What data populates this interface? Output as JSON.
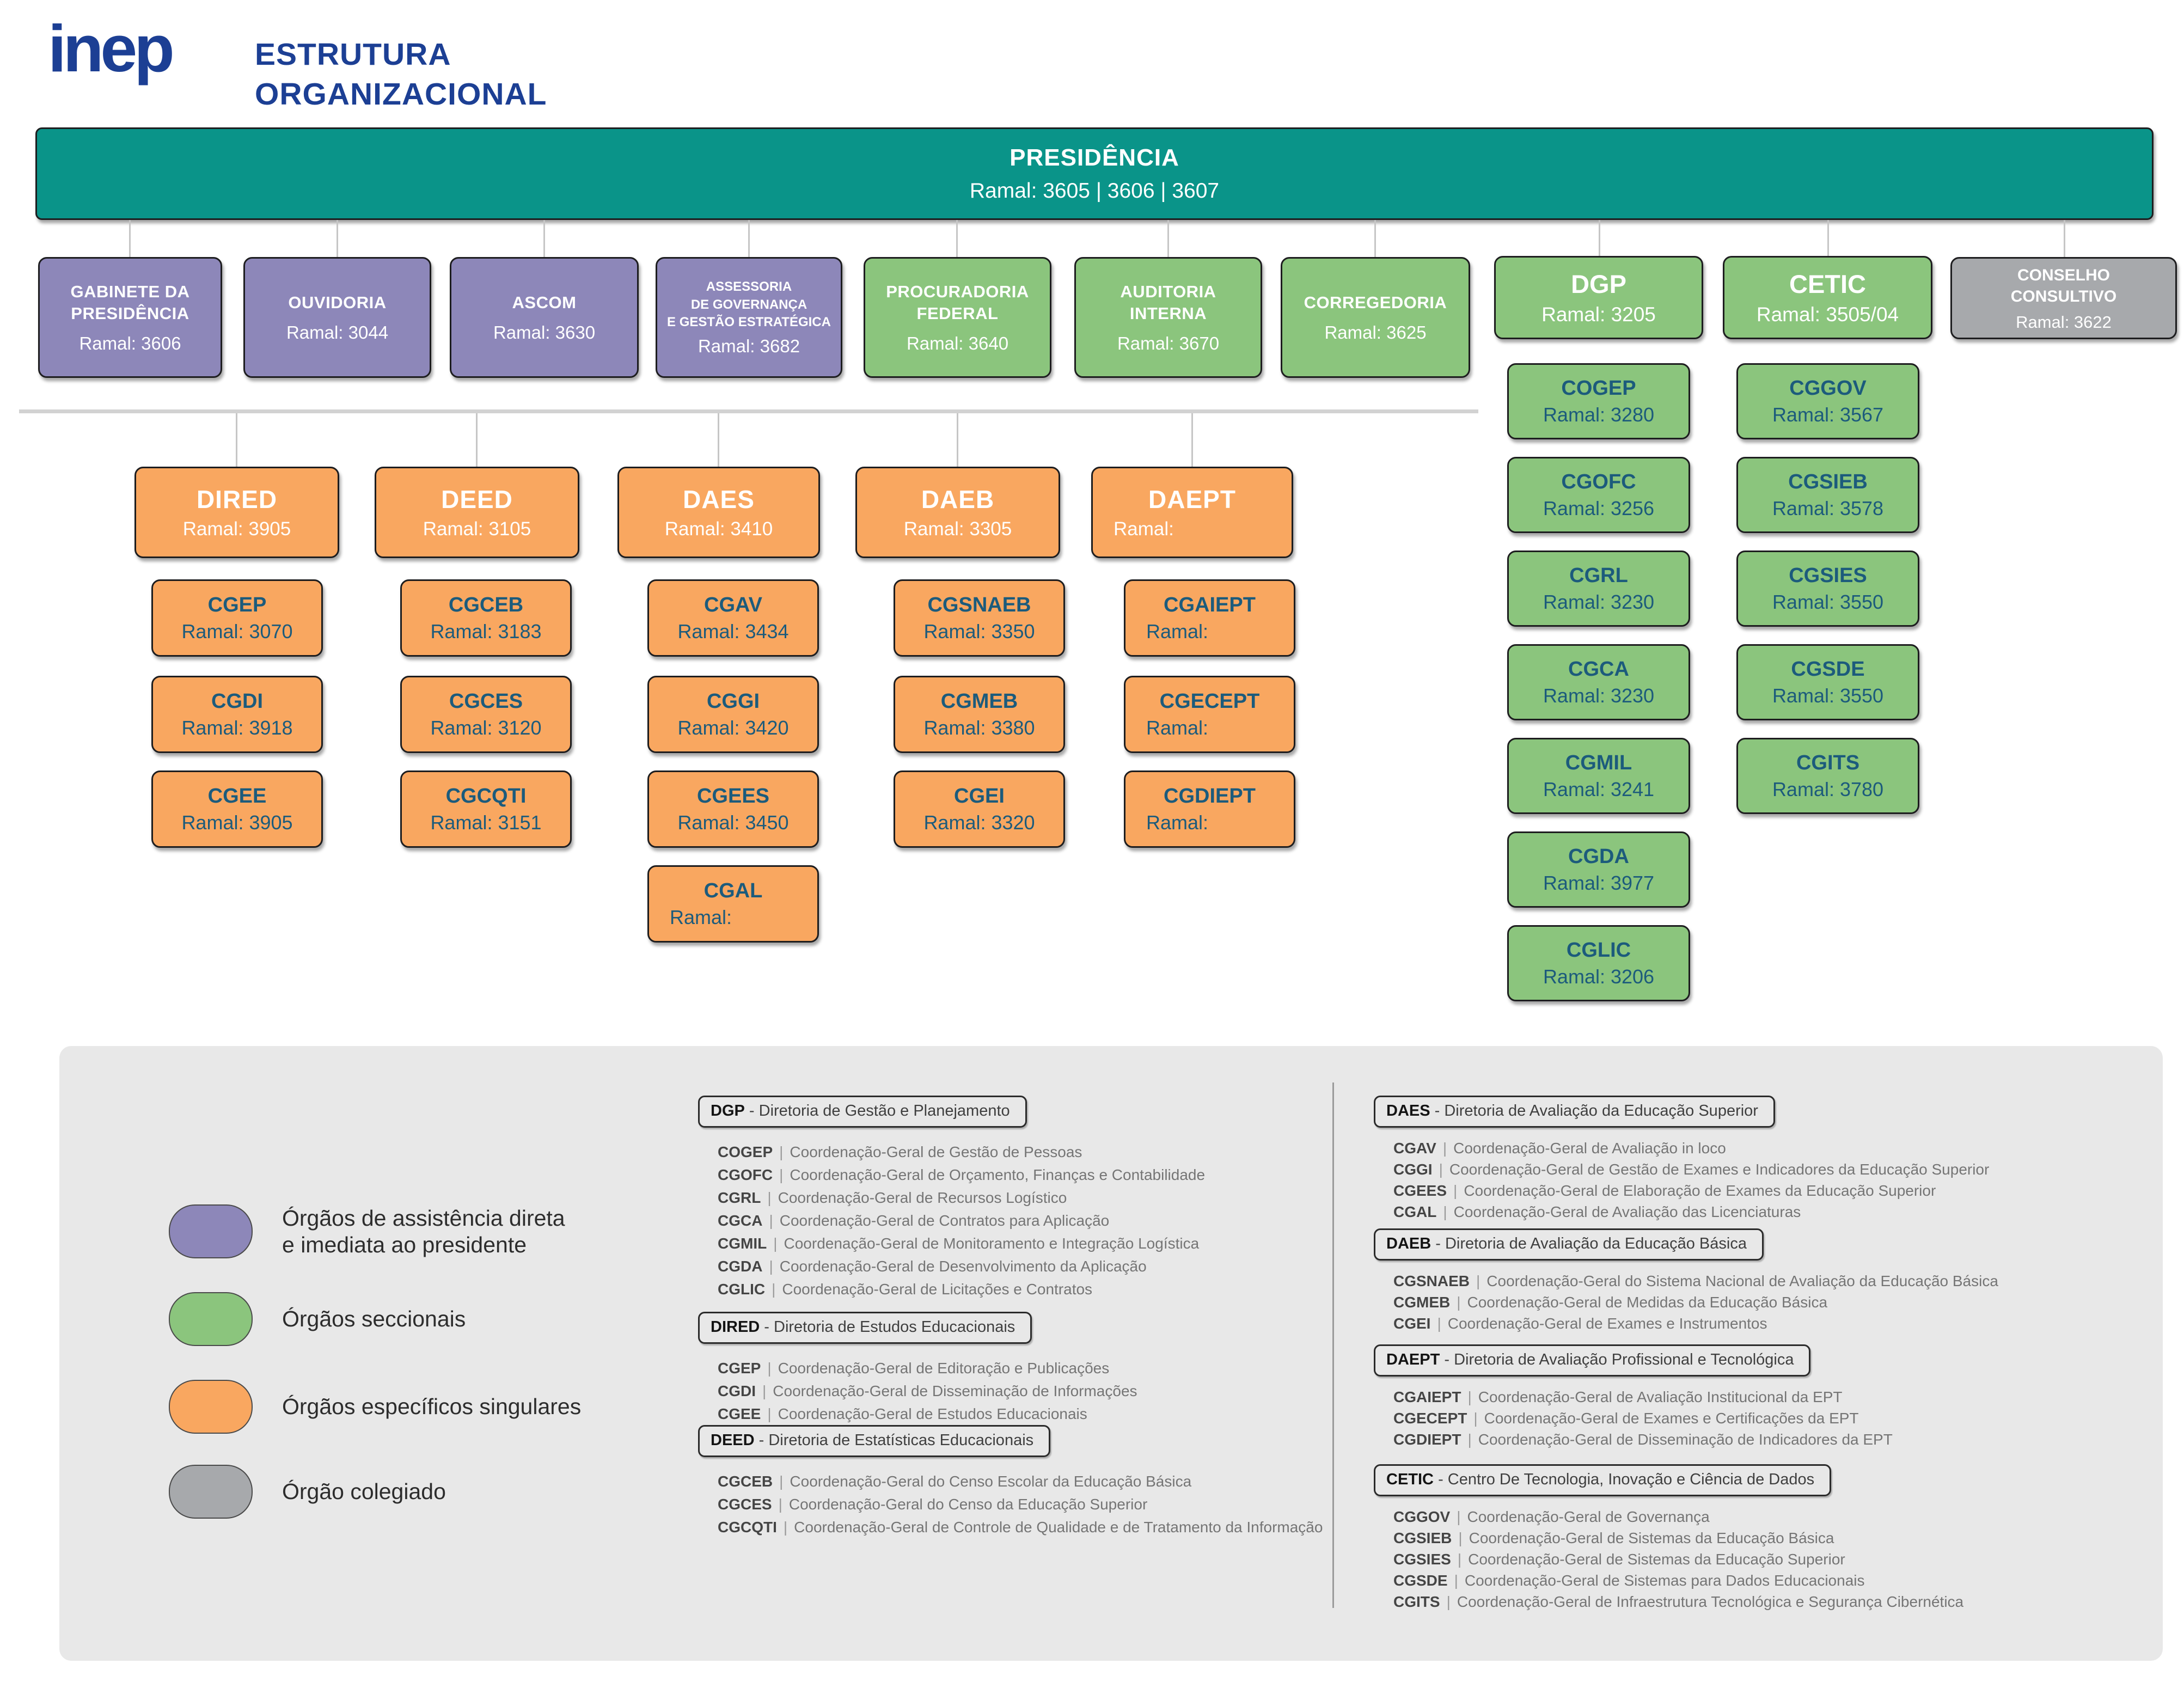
{
  "ui": {
    "sep": "|"
  },
  "colors": {
    "teal": "#0A9489",
    "purple": "#8D87B9",
    "green": "#8BC57D",
    "orange": "#F9A760",
    "gray": "#A7A9AC",
    "navy": "#1C3F94",
    "box_text_blue": "#1C5B7C",
    "panel": "#E8E8E8"
  },
  "header": {
    "logo_text": "inep",
    "title": "ESTRUTURA\nORGANIZACIONAL"
  },
  "presidencia": {
    "title": "PRESIDÊNCIA",
    "ramal": "Ramal: 3605 | 3606 | 3607"
  },
  "level2": [
    {
      "title": "GABINETE DA\nPRESIDÊNCIA",
      "ramal": "Ramal: 3606"
    },
    {
      "title": "OUVIDORIA",
      "ramal": "Ramal: 3044"
    },
    {
      "title": "ASCOM",
      "ramal": "Ramal: 3630"
    },
    {
      "title": "ASSESSORIA\nDE GOVERNANÇA\nE GESTÃO ESTRATÉGICA",
      "ramal": "Ramal: 3682"
    },
    {
      "title": "PROCURADORIA\nFEDERAL",
      "ramal": "Ramal: 3640"
    },
    {
      "title": "AUDITORIA\nINTERNA",
      "ramal": "Ramal: 3670"
    },
    {
      "title": "CORREGEDORIA",
      "ramal": "Ramal: 3625"
    },
    {
      "title": "DGP",
      "ramal": "Ramal: 3205"
    },
    {
      "title": "CETIC",
      "ramal": "Ramal: 3505/04"
    },
    {
      "title": "CONSELHO\nCONSULTIVO",
      "ramal": "Ramal: 3622"
    }
  ],
  "dgp_children": [
    {
      "title": "COGEP",
      "ramal": "Ramal: 3280"
    },
    {
      "title": "CGOFC",
      "ramal": "Ramal: 3256"
    },
    {
      "title": "CGRL",
      "ramal": "Ramal: 3230"
    },
    {
      "title": "CGCA",
      "ramal": "Ramal: 3230"
    },
    {
      "title": "CGMIL",
      "ramal": "Ramal: 3241"
    },
    {
      "title": "CGDA",
      "ramal": "Ramal: 3977"
    },
    {
      "title": "CGLIC",
      "ramal": "Ramal: 3206"
    }
  ],
  "cetic_children": [
    {
      "title": "CGGOV",
      "ramal": "Ramal: 3567"
    },
    {
      "title": "CGSIEB",
      "ramal": "Ramal: 3578"
    },
    {
      "title": "CGSIES",
      "ramal": "Ramal: 3550"
    },
    {
      "title": "CGSDE",
      "ramal": "Ramal: 3550"
    },
    {
      "title": "CGITS",
      "ramal": "Ramal: 3780"
    }
  ],
  "directors": [
    {
      "title": "DIRED",
      "ramal": "Ramal: 3905"
    },
    {
      "title": "DEED",
      "ramal": "Ramal: 3105"
    },
    {
      "title": "DAES",
      "ramal": "Ramal: 3410"
    },
    {
      "title": "DAEB",
      "ramal": "Ramal: 3305"
    },
    {
      "title": "DAEPT",
      "ramal": "Ramal:"
    }
  ],
  "dir_children": [
    [
      {
        "title": "CGEP",
        "ramal": "Ramal: 3070"
      },
      {
        "title": "CGDI",
        "ramal": "Ramal: 3918"
      },
      {
        "title": "CGEE",
        "ramal": "Ramal: 3905"
      }
    ],
    [
      {
        "title": "CGCEB",
        "ramal": "Ramal: 3183"
      },
      {
        "title": "CGCES",
        "ramal": "Ramal: 3120"
      },
      {
        "title": "CGCQTI",
        "ramal": "Ramal: 3151"
      }
    ],
    [
      {
        "title": "CGAV",
        "ramal": "Ramal: 3434"
      },
      {
        "title": "CGGI",
        "ramal": "Ramal: 3420"
      },
      {
        "title": "CGEES",
        "ramal": "Ramal: 3450"
      },
      {
        "title": "CGAL",
        "ramal": "Ramal:"
      }
    ],
    [
      {
        "title": "CGSNAEB",
        "ramal": "Ramal: 3350"
      },
      {
        "title": "CGMEB",
        "ramal": "Ramal: 3380"
      },
      {
        "title": "CGEI",
        "ramal": "Ramal: 3320"
      }
    ],
    [
      {
        "title": "CGAIEPT",
        "ramal": "Ramal:"
      },
      {
        "title": "CGECEPT",
        "ramal": "Ramal:"
      },
      {
        "title": "CGDIEPT",
        "ramal": "Ramal:"
      }
    ]
  ],
  "legend": [
    {
      "label": "Órgãos de assistência direta\ne imediata ao presidente",
      "color": "#8D87B9"
    },
    {
      "label": "Órgãos seccionais",
      "color": "#8BC57D"
    },
    {
      "label": "Órgãos específicos singulares",
      "color": "#F9A760"
    },
    {
      "label": "Órgão colegiado",
      "color": "#A7A9AC"
    }
  ],
  "lists": {
    "left": [
      {
        "acronym": "DGP",
        "rest": "- Diretoria de Gestão e Planejamento",
        "items": [
          {
            "acronym": "COGEP",
            "desc": "Coordenação-Geral de Gestão de Pessoas"
          },
          {
            "acronym": "CGOFC",
            "desc": "Coordenação-Geral de Orçamento, Finanças e Contabilidade"
          },
          {
            "acronym": "CGRL",
            "desc": "Coordenação-Geral de Recursos Logístico"
          },
          {
            "acronym": "CGCA",
            "desc": "Coordenação-Geral de Contratos para Aplicação"
          },
          {
            "acronym": "CGMIL",
            "desc": "Coordenação-Geral de Monitoramento e Integração Logística"
          },
          {
            "acronym": "CGDA",
            "desc": "Coordenação-Geral de Desenvolvimento da Aplicação"
          },
          {
            "acronym": "CGLIC",
            "desc": "Coordenação-Geral de Licitações e Contratos"
          }
        ]
      },
      {
        "acronym": "DIRED",
        "rest": "- Diretoria de Estudos Educacionais",
        "items": [
          {
            "acronym": "CGEP",
            "desc": "Coordenação-Geral de Editoração e Publicações"
          },
          {
            "acronym": "CGDI",
            "desc": "Coordenação-Geral de Disseminação de Informações"
          },
          {
            "acronym": "CGEE",
            "desc": "Coordenação-Geral de Estudos Educacionais"
          }
        ]
      },
      {
        "acronym": "DEED",
        "rest": "- Diretoria de Estatísticas Educacionais",
        "items": [
          {
            "acronym": "CGCEB",
            "desc": "Coordenação-Geral do Censo Escolar da Educação Básica"
          },
          {
            "acronym": "CGCES",
            "desc": "Coordenação-Geral do Censo da Educação Superior"
          },
          {
            "acronym": "CGCQTI",
            "desc": "Coordenação-Geral de Controle de Qualidade e de Tratamento da Informação"
          }
        ]
      }
    ],
    "right": [
      {
        "acronym": "DAES",
        "rest": "- Diretoria de Avaliação da Educação Superior",
        "items": [
          {
            "acronym": "CGAV",
            "desc": "Coordenação-Geral de Avaliação in loco"
          },
          {
            "acronym": "CGGI",
            "desc": "Coordenação-Geral de Gestão de Exames e Indicadores da Educação Superior"
          },
          {
            "acronym": "CGEES",
            "desc": "Coordenação-Geral de Elaboração de Exames da Educação Superior"
          },
          {
            "acronym": "CGAL",
            "desc": "Coordenação-Geral de Avaliação das Licenciaturas"
          }
        ]
      },
      {
        "acronym": "DAEB",
        "rest": "- Diretoria de Avaliação da Educação Básica",
        "items": [
          {
            "acronym": "CGSNAEB",
            "desc": "Coordenação-Geral do Sistema Nacional de Avaliação da Educação Básica"
          },
          {
            "acronym": "CGMEB",
            "desc": "Coordenação-Geral de Medidas da Educação Básica"
          },
          {
            "acronym": "CGEI",
            "desc": "Coordenação-Geral de Exames e Instrumentos"
          }
        ]
      },
      {
        "acronym": "DAEPT",
        "rest": "- Diretoria de Avaliação Profissional e Tecnológica",
        "items": [
          {
            "acronym": "CGAIEPT",
            "desc": "Coordenação-Geral de Avaliação Institucional da EPT"
          },
          {
            "acronym": "CGECEPT",
            "desc": "Coordenação-Geral de Exames e Certificações da EPT"
          },
          {
            "acronym": "CGDIEPT",
            "desc": "Coordenação-Geral de Disseminação de Indicadores da EPT"
          }
        ]
      },
      {
        "acronym": "CETIC",
        "rest": "- Centro De Tecnologia, Inovação e Ciência de Dados",
        "items": [
          {
            "acronym": "CGGOV",
            "desc": "Coordenação-Geral de Governança"
          },
          {
            "acronym": "CGSIEB",
            "desc": "Coordenação-Geral de Sistemas da Educação Básica"
          },
          {
            "acronym": "CGSIES",
            "desc": "Coordenação-Geral de Sistemas da Educação Superior"
          },
          {
            "acronym": "CGSDE",
            "desc": "Coordenação-Geral de Sistemas para Dados Educacionais"
          },
          {
            "acronym": "CGITS",
            "desc": "Coordenação-Geral de Infraestrutura Tecnológica e Segurança Cibernética"
          }
        ]
      }
    ]
  }
}
